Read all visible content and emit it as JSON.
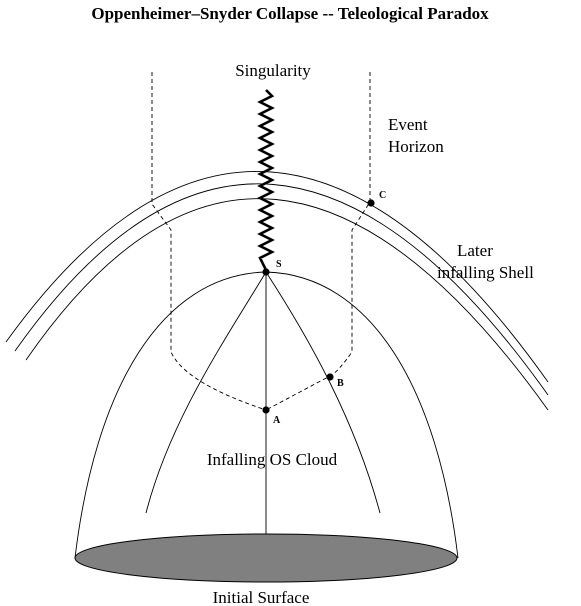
{
  "title": "Oppenheimer–Snyder Collapse -- Teleological Paradox",
  "labels": {
    "singularity": "Singularity",
    "event_horizon_line1": "Event",
    "event_horizon_line2": "Horizon",
    "later_shell_line1": "Later",
    "later_shell_line2": "infalling Shell",
    "infalling_cloud": "Infalling OS Cloud",
    "initial_surface": "Initial Surface"
  },
  "points": {
    "s": "S",
    "a": "A",
    "b": "B",
    "c": "C"
  },
  "colors": {
    "ink": "#000000",
    "surface_fill": "#808080",
    "background": "#ffffff"
  }
}
